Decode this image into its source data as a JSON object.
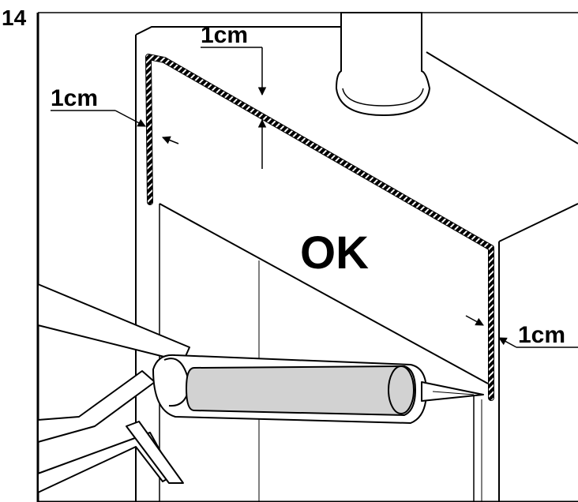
{
  "figure": {
    "number": "14",
    "status_text": "OK",
    "dimension_labels": {
      "top": "1cm",
      "left": "1cm",
      "right": "1cm"
    }
  },
  "colors": {
    "ink": "#000000",
    "cartridge_fill": "#d2d2d2",
    "paper": "#ffffff"
  },
  "icons": {
    "caulking_gun": "caulking-gun-icon"
  }
}
